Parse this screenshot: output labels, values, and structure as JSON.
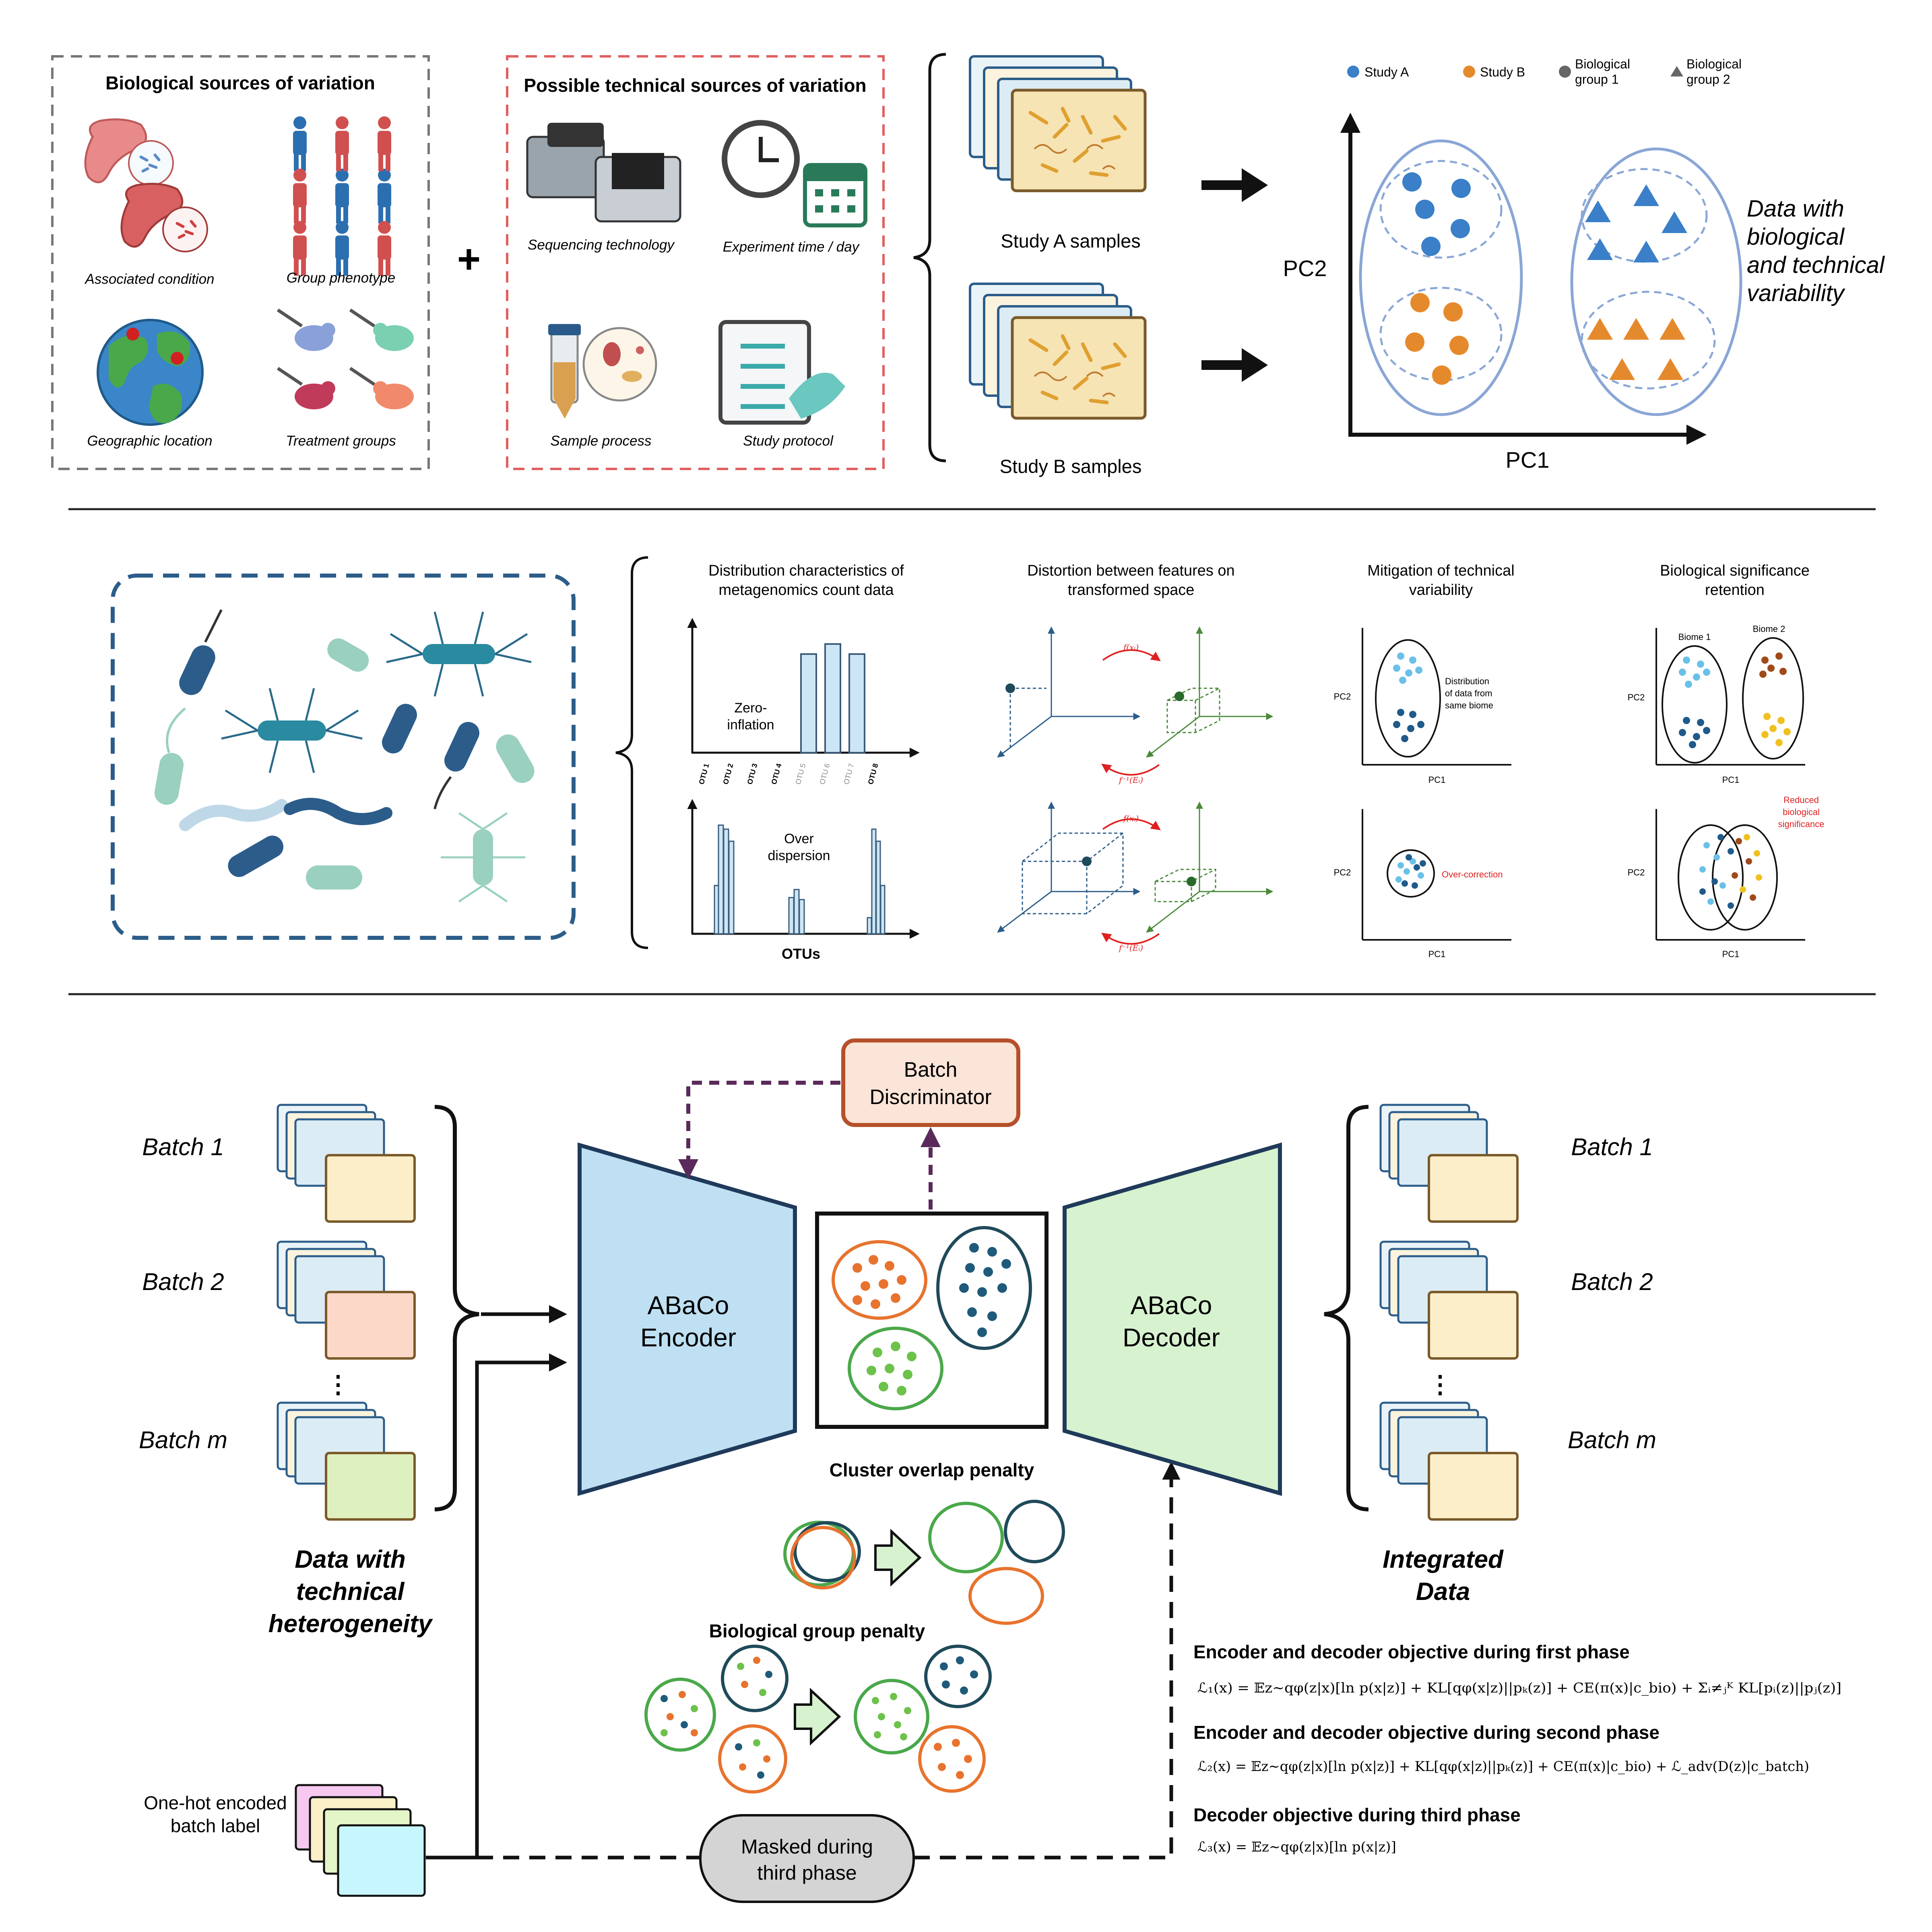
{
  "panel_a": {
    "bio_title": "Biological sources of variation",
    "bio_items": [
      "Associated condition",
      "Group phenotype",
      "Geographic location",
      "Treatment groups"
    ],
    "plus": "+",
    "tech_title": "Possible technical sources of variation",
    "tech_items": [
      "Sequencing technology",
      "Experiment time / day",
      "Sample process",
      "Study protocol"
    ],
    "study_a": "Study A samples",
    "study_b": "Study B samples",
    "legend": [
      "Study A",
      "Study B",
      "Biological group 1",
      "Biological group 2"
    ],
    "legend_group1_lines": [
      "Biological",
      "group 1"
    ],
    "legend_group2_lines": [
      "Biological",
      "group 2"
    ],
    "pc1": "PC1",
    "pc2": "PC2",
    "side_note_lines": [
      "Data with",
      "biological",
      "and technical",
      "variability"
    ],
    "colors": {
      "study_a": "#3a7fc8",
      "study_b": "#e58a2c",
      "ellipse": "#8aa6d6"
    }
  },
  "panel_b": {
    "col1_title_lines": [
      "Distribution characteristics of",
      "metagenomics count data"
    ],
    "zero_inflation_lines": [
      "Zero-",
      "inflation"
    ],
    "otu_labels": [
      "OTU 1",
      "OTU 2",
      "OTU 3",
      "OTU 4",
      "OTU 5",
      "OTU 6",
      "OTU 7",
      "OTU 8"
    ],
    "over_dispersion_lines": [
      "Over",
      "dispersion"
    ],
    "otus_axis": "OTUs",
    "col2_title_lines": [
      "Distortion between features on",
      "transformed space"
    ],
    "fx_label": "f(xᵢ)",
    "finv_label": "f⁻¹(Eᵢ)",
    "col3_title_lines": [
      "Mitigation of technical",
      "variability"
    ],
    "distribution_note_lines": [
      "Distribution",
      "of data from",
      "same biome"
    ],
    "over_correction": "Over-correction",
    "col4_title_lines": [
      "Biological significance",
      "retention"
    ],
    "biome1": "Biome 1",
    "biome2": "Biome 2",
    "reduced_lines": [
      "Reduced",
      "biological",
      "significance"
    ],
    "pc1": "PC1",
    "pc2": "PC2",
    "colors": {
      "bar": "#cde6f5",
      "bar_stroke": "#3a5a7a",
      "dark_blue": "#2c5d8a",
      "green": "#4a8a3a",
      "red": "#e02020"
    }
  },
  "panel_c": {
    "batches_left": [
      "Batch 1",
      "Batch 2",
      "Batch m"
    ],
    "batches_right": [
      "Batch 1",
      "Batch 2",
      "Batch m"
    ],
    "vdots": "⋮",
    "left_caption_lines": [
      "Data with",
      "technical",
      "heterogeneity"
    ],
    "right_caption_lines": [
      "Integrated",
      "Data"
    ],
    "onehot_lines": [
      "One-hot encoded",
      "batch label"
    ],
    "discriminator_lines": [
      "Batch",
      "Discriminator"
    ],
    "encoder_lines": [
      "ABaCo",
      "Encoder"
    ],
    "decoder_lines": [
      "ABaCo",
      "Decoder"
    ],
    "cluster_penalty": "Cluster overlap penalty",
    "bio_penalty": "Biological group penalty",
    "masked_lines": [
      "Masked during",
      "third phase"
    ],
    "obj1_title": "Encoder and decoder objective during first phase",
    "obj1": "ℒ₁(x) = 𝔼z∼qφ(z|x)[ln p(x|z)] + KL[qφ(x|z)||pₖ(z)] + CE(π(x)|c_bio) + Σᵢ≠ⱼᴷ KL[pᵢ(z)||pⱼ(z)]",
    "obj2_title": "Encoder and decoder objective during second phase",
    "obj2": "ℒ₂(x) = 𝔼z∼qφ(z|x)[ln p(x|z)] + KL[qφ(x|z)||pₖ(z)] + CE(π(x)|c_bio) + ℒ_adv(D(z)|c_batch)",
    "obj3_title": "Decoder objective during third phase",
    "obj3": "ℒ₃(x) = 𝔼z∼qφ(z|x)[ln p(x|z)]",
    "colors": {
      "encoder": "#bfe0f3",
      "decoder": "#d6f2cf",
      "disc_fill": "#fbe4d8",
      "disc_stroke": "#b5502a",
      "purple": "#5a2a5a",
      "orange": "#e8732e",
      "teal": "#1f5a7a",
      "lightgreen": "#6cc24a"
    }
  }
}
